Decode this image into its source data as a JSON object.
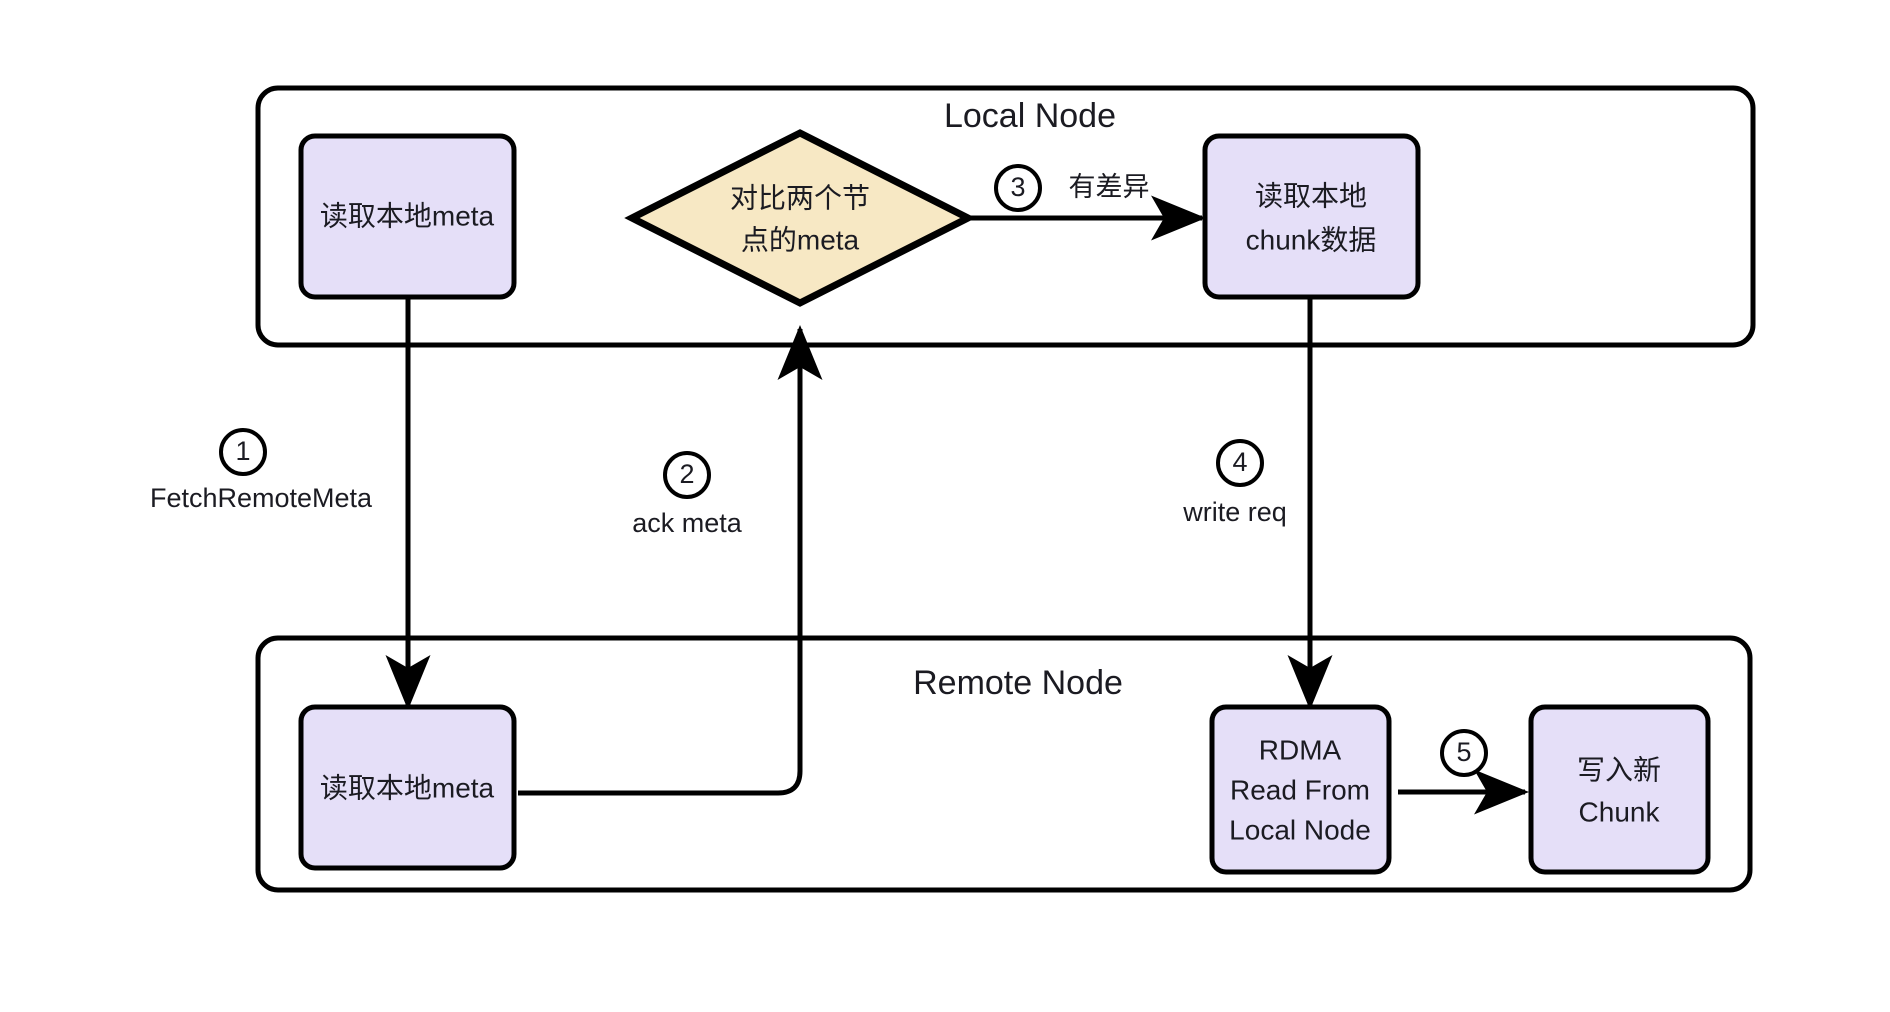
{
  "diagram": {
    "title": "Local / Remote Node chunk sync flow",
    "background_color": "#ffffff",
    "process_fill": "#e5dff8",
    "decision_fill": "#f7e8c4",
    "stroke_color": "#000000",
    "containers": [
      {
        "id": "local",
        "title": "Local Node"
      },
      {
        "id": "remote",
        "title": "Remote Node"
      }
    ],
    "nodes": {
      "local_read_meta": {
        "label": "读取本地meta"
      },
      "compare_meta": {
        "line1": "对比两个节",
        "line2": "点的meta"
      },
      "local_read_chunk": {
        "line1": "读取本地",
        "line2": "chunk数据"
      },
      "remote_read_meta": {
        "label": "读取本地meta"
      },
      "rdma_read": {
        "line1": "RDMA",
        "line2": "Read From",
        "line3": "Local Node"
      },
      "write_chunk": {
        "line1": "写入新",
        "line2": "Chunk"
      }
    },
    "edges": [
      {
        "id": "e1",
        "badge": "1",
        "label": "FetchRemoteMeta"
      },
      {
        "id": "e2",
        "badge": "2",
        "label": "ack meta"
      },
      {
        "id": "e3",
        "badge": "3",
        "label": "有差异"
      },
      {
        "id": "e4",
        "badge": "4",
        "label": "write req"
      },
      {
        "id": "e5",
        "badge": "5",
        "label": ""
      }
    ]
  }
}
